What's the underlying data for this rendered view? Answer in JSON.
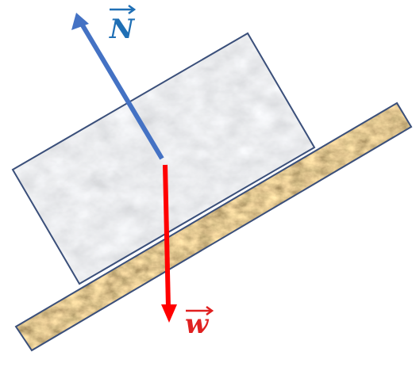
{
  "diagram": {
    "normal_force": {
      "label": "N",
      "color": "#4472c4",
      "label_color": "#1f6fb5"
    },
    "weight": {
      "label": "w",
      "color": "#ff0000",
      "label_color": "#e02020"
    },
    "block": {
      "texture": "white-marble",
      "border_color": "#3a4f7a"
    },
    "incline": {
      "texture": "brown-crumpled-paper",
      "border_color": "#3a4f7a"
    }
  }
}
